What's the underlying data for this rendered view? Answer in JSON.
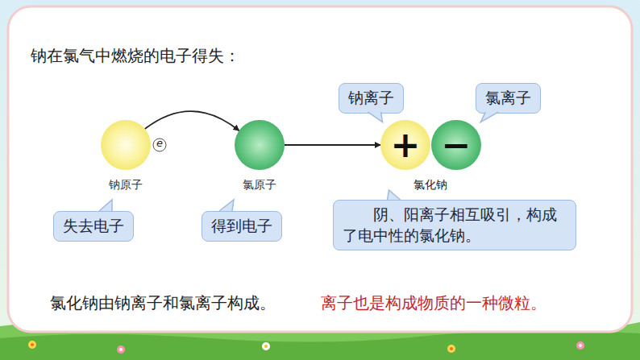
{
  "diagram": {
    "title": "钠在氯气中燃烧的电子得失：",
    "nodes": [
      {
        "text": [
          "钠离子"
        ]
      },
      {
        "text": [
          "氯离子"
        ]
      },
      {
        "text": [
          "钠原子"
        ]
      },
      {
        "text": [
          "氯原子"
        ]
      },
      {
        "text": [
          "+"
        ]
      },
      {
        "text": [
          "−"
        ]
      },
      {
        "text": [
          "失去电子"
        ]
      },
      {
        "text": [
          "得到电子"
        ]
      },
      {
        "text": [
          "阴、阳离子相互吸引，构成了电中性的氯化钠。"
        ]
      }
    ],
    "edges": [
      {
        "from": 2,
        "to": 3,
        "arrow": "to"
      },
      {
        "from": 3,
        "to": 4,
        "arrow": "to"
      }
    ],
    "labels": [
      "e",
      "氯化钠",
      "氯化钠由钠离子和氯离子构成。",
      "离子也是构成物质的一种微粒。"
    ]
  }
}
